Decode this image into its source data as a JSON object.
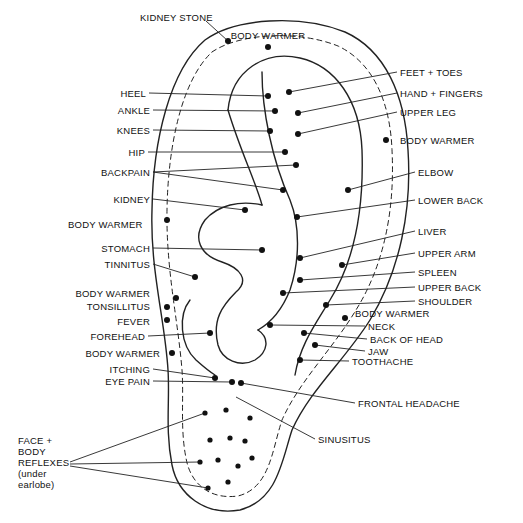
{
  "diagram": {
    "labels": [
      "KIDNEY STONE",
      "BODY WARMER",
      "FEET + TOES",
      "HAND + FINGERS",
      "HEEL",
      "ANKLE",
      "UPPER LEG",
      "KNEES",
      "HIP",
      "BODY WARMER",
      "BACKPAIN",
      "ELBOW",
      "KIDNEY",
      "LOWER BACK",
      "BODY WARMER",
      "LIVER",
      "STOMACH",
      "UPPER ARM",
      "TINNITUS",
      "SPLEEN",
      "UPPER BACK",
      "BODY WARMER",
      "SHOULDER",
      "TONSILLITUS",
      "BODY WARMER",
      "FEVER",
      "NECK",
      "FOREHEAD",
      "BACK OF HEAD",
      "JAW",
      "BODY WARMER",
      "TOOTHACHE",
      "ITCHING",
      "EYE PAIN",
      "FRONTAL HEADACHE",
      "SINUSITUS",
      "FACE + BODY REFLEXES (under earlobe)"
    ]
  }
}
